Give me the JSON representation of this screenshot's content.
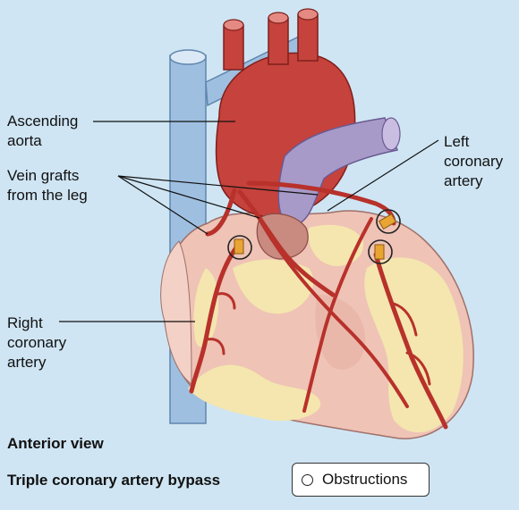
{
  "labels": {
    "ascending_aorta": "Ascending\naorta",
    "vein_grafts": "Vein grafts\nfrom the leg",
    "left_coronary_artery": "Left\ncoronary\nartery",
    "right_coronary_artery": "Right\ncoronary\nartery"
  },
  "captions": {
    "view": "Anterior view",
    "procedure": "Triple coronary artery bypass"
  },
  "legend": {
    "obstructions": "Obstructions"
  },
  "colors": {
    "background": "#cfe5f3",
    "heart_muscle": "#efc3b6",
    "fat": "#f4e6ae",
    "aorta": "#c6423c",
    "vessels": "#b8312b",
    "vena_cava": "#9fbfe0",
    "pulmonary_artery": "#a89ac8",
    "obstruction": "#e8a534"
  }
}
